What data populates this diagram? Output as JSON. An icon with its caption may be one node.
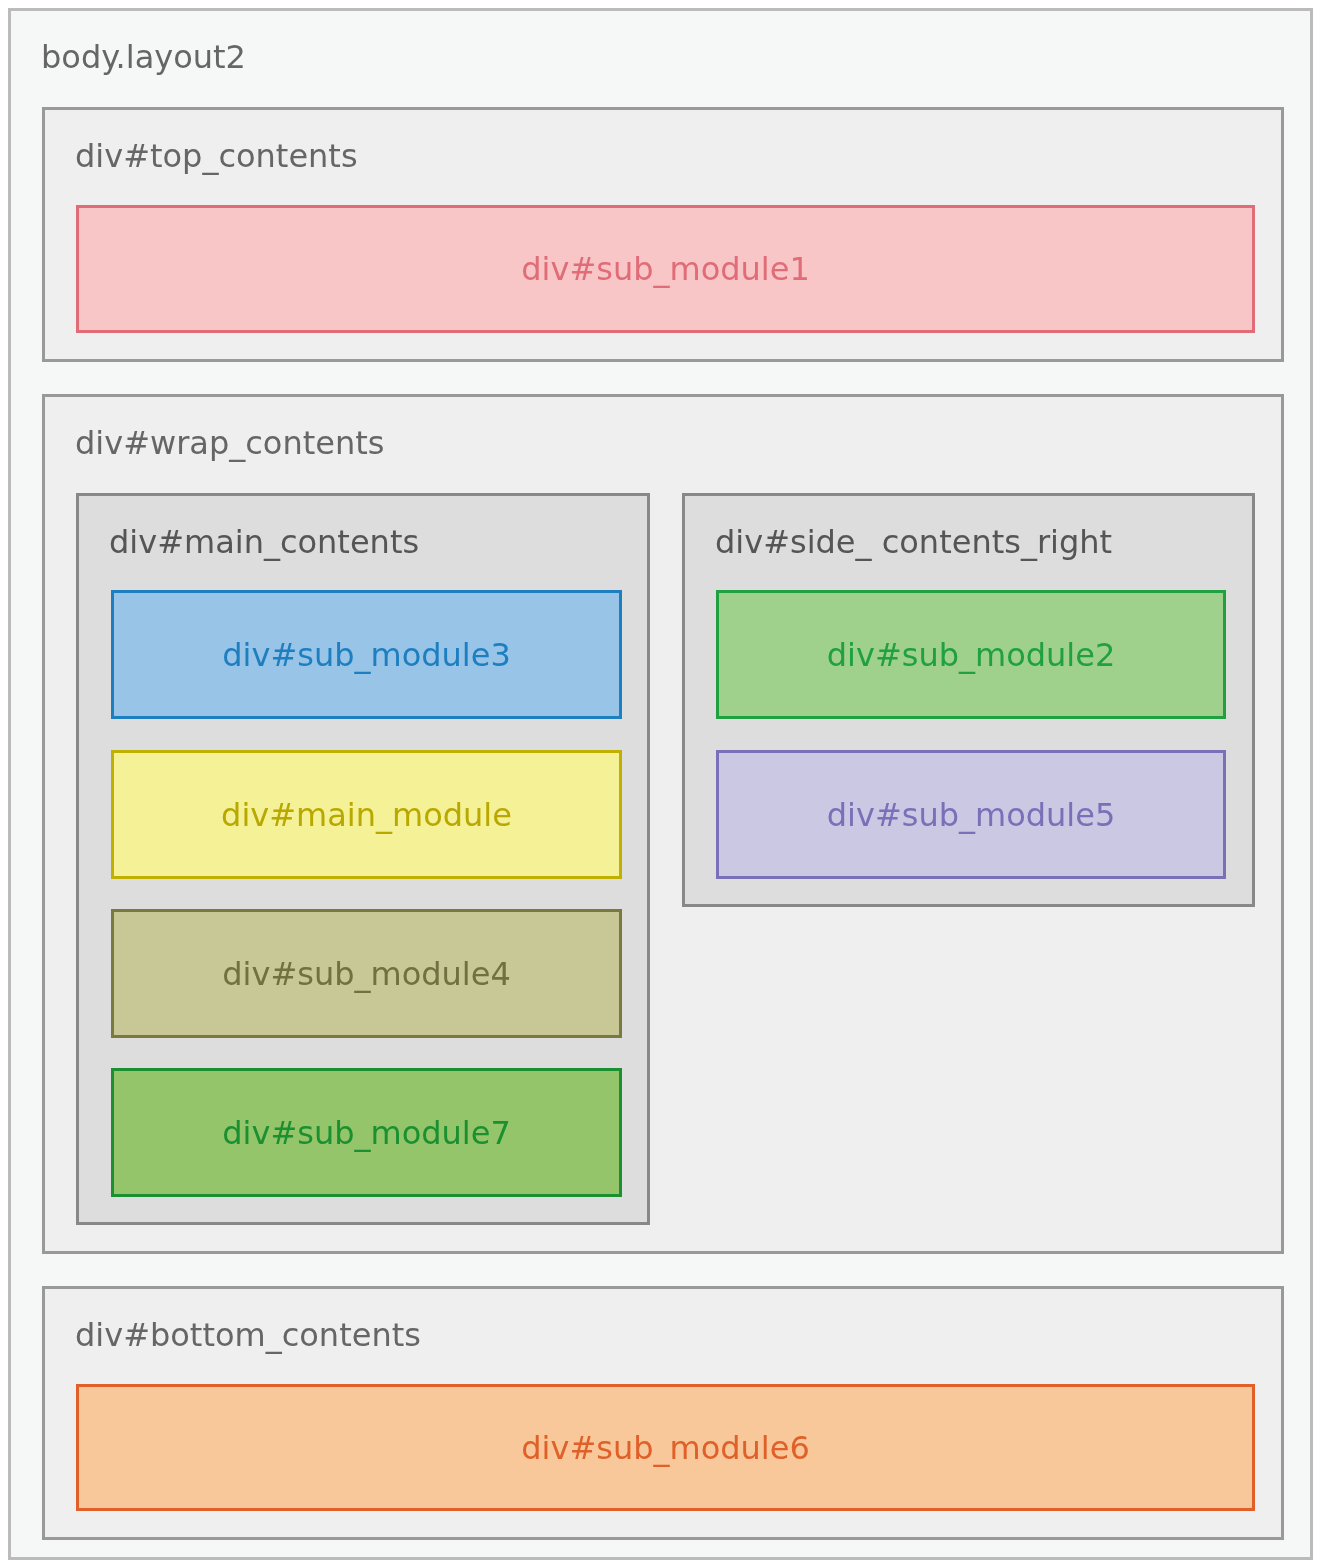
{
  "diagram": {
    "nodes": [
      {
        "text": [
          "body.layout2"
        ]
      },
      {
        "text": [
          "div#top_contents"
        ],
        "in": 0
      },
      {
        "text": [
          "div#sub_module1"
        ],
        "in": 1
      },
      {
        "text": [
          "div#wrap_contents"
        ],
        "in": 0
      },
      {
        "text": [
          "div#main_contents"
        ],
        "in": 3
      },
      {
        "text": [
          "div#sub_module3"
        ],
        "in": 4
      },
      {
        "text": [
          "div#main_module"
        ],
        "in": 4
      },
      {
        "text": [
          "div#sub_module4"
        ],
        "in": 4
      },
      {
        "text": [
          "div#sub_module7"
        ],
        "in": 4
      },
      {
        "text": [
          "div#side_ contents_right"
        ],
        "in": 3
      },
      {
        "text": [
          "div#sub_module2"
        ],
        "in": 9
      },
      {
        "text": [
          "div#sub_module5"
        ],
        "in": 9
      },
      {
        "text": [
          "div#bottom_contents"
        ],
        "in": 0
      },
      {
        "text": [
          "div#sub_module6"
        ],
        "in": 12
      }
    ]
  }
}
